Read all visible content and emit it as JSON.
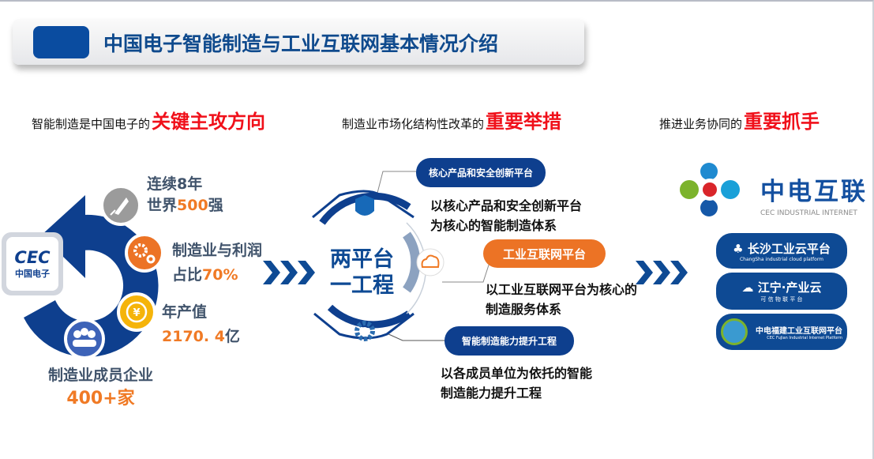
{
  "header": {
    "title": "中国电子智能制造与工业互联网基本情况介绍"
  },
  "subheadings": [
    {
      "text": "智能制造是中国电子的",
      "highlight": "关键主攻方向"
    },
    {
      "text": "制造业市场化结构性改革的",
      "highlight": "重要举措"
    },
    {
      "text": "推进业务协同的",
      "highlight": "重要抓手"
    }
  ],
  "left": {
    "logo": {
      "en": "CEC",
      "cn": "中国电子"
    },
    "stats": [
      {
        "line1": "连续8年",
        "prefix": "世界",
        "value": "500",
        "suffix": "强",
        "icon": "rocket-icon"
      },
      {
        "line1": "制造业与利润",
        "prefix": "占比",
        "value": "70%",
        "suffix": "",
        "icon": "gears-icon"
      },
      {
        "line1": "年产值",
        "prefix": "",
        "value": "2170. 4",
        "suffix": "亿",
        "icon": "yen-coin-icon"
      },
      {
        "line1": "制造业成员企业",
        "prefix": "",
        "value": "400+",
        "suffix": "家",
        "icon": "people-icon"
      }
    ]
  },
  "middle": {
    "center_line1": "两平台",
    "center_line2": "一工程",
    "items": [
      {
        "label": "核心产品和安全创新平台",
        "desc": "以核心产品和安全创新平台为核心的智能制造体系",
        "icon": "shield-icon"
      },
      {
        "label": "工业互联网平台",
        "desc": "以工业互联网平台为核心的制造服务体系",
        "icon": "cloud-icon"
      },
      {
        "label": "智能制造能力提升工程",
        "desc": "以各成员单位为依托的智能制造能力提升工程",
        "icon": "gear-icon"
      }
    ]
  },
  "right": {
    "logo": {
      "cn": "中电互联",
      "en": "CEC INDUSTRIAL INTERNET"
    },
    "platforms": [
      {
        "name": "长沙工业云平台",
        "sub": "ChangSha industrial cloud platform",
        "icon": "tree-icon"
      },
      {
        "name": "江宁·产业云",
        "sub": "可 信 物 联 平 台",
        "icon": "cloud-icon"
      },
      {
        "name": "中电福建工业互联网平台",
        "sub": "CEC FuJian Industrial Internet Platform",
        "icon": "gear-logo-icon"
      }
    ]
  },
  "colors": {
    "brand_blue": "#0e4a94",
    "accent_orange": "#f07a25",
    "highlight_red": "#f0101a"
  }
}
